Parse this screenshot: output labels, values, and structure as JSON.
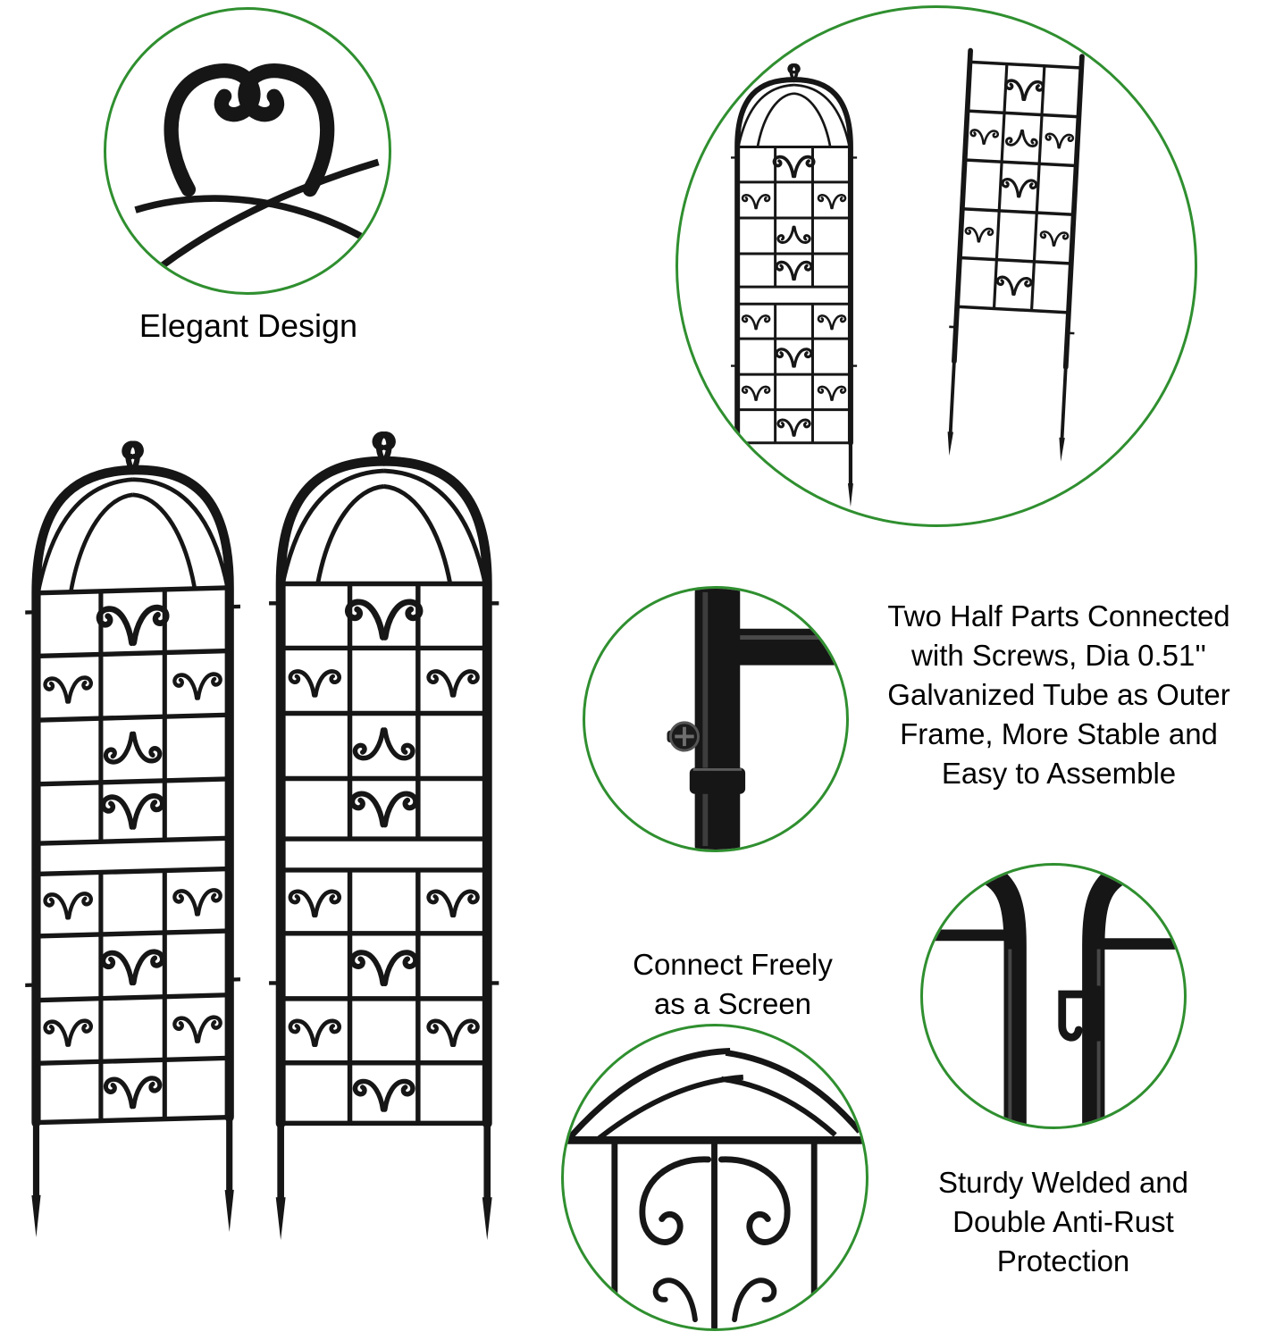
{
  "page": {
    "title": "Garden Trellis Product Features",
    "background": "#ffffff"
  },
  "colors": {
    "accent-green": "#2f8f2f",
    "metal": "#161616",
    "text": "#000000"
  },
  "features": {
    "elegant": {
      "title": "Elegant Design",
      "image": "scroll-ornament-closeup"
    },
    "panels": {
      "image": "two-trellis-panels-photo"
    },
    "product": {
      "image": "two-panel-trellis-screen-photo"
    },
    "screws": {
      "image": "screw-connection-closeup",
      "lines": [
        "Two Half Parts Connected",
        "with Screws, Dia 0.51''",
        "Galvanized Tube as Outer",
        "Frame, More Stable and",
        "Easy to Assemble"
      ]
    },
    "connect": {
      "lines": [
        "Connect Freely",
        "as a Screen"
      ]
    },
    "antirust": {
      "image": "welded-joint-closeup",
      "lines": [
        "Sturdy Welded and",
        "Double Anti-Rust",
        "Protection"
      ]
    },
    "arch": {
      "image": "arch-top-closeup"
    }
  }
}
